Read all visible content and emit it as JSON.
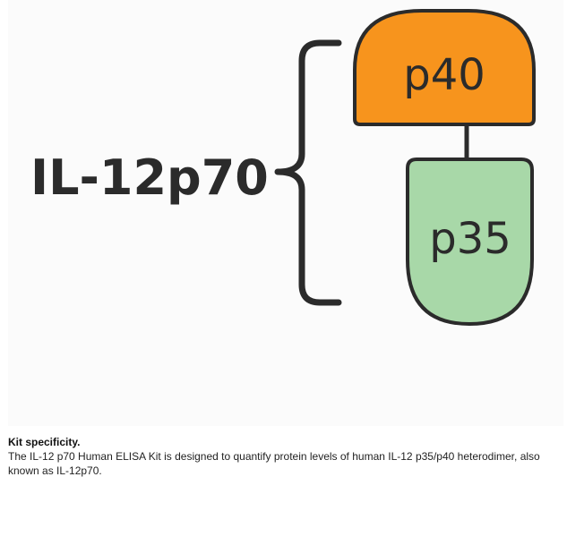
{
  "diagram": {
    "complex_label": "IL-12p70",
    "subunits": [
      {
        "label": "p40",
        "fill": "#f7941d"
      },
      {
        "label": "p35",
        "fill": "#a8d8a8"
      }
    ],
    "outline_color": "#2b2b2b",
    "background": "#fbfbfb"
  },
  "caption": {
    "title": "Kit specificity.",
    "body": "The IL-12 p70 Human ELISA Kit is designed to quantify protein levels of human IL-12 p35/p40 heterodimer, also known as IL-12p70."
  }
}
